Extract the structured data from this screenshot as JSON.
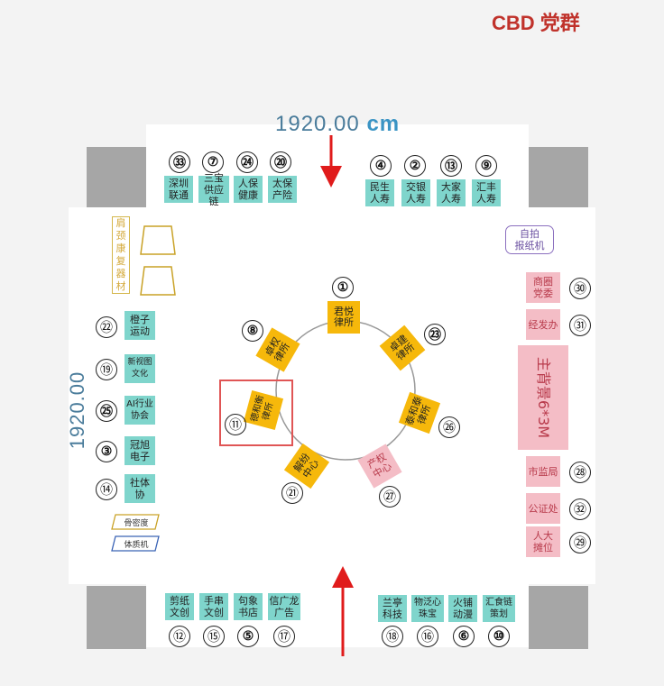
{
  "brand": "CBD 党群",
  "dimensions": {
    "top_value": "1920.00",
    "top_unit": "cm",
    "left_value": "1920.00"
  },
  "labels": {
    "vertical_shop": "肩颈康复器材",
    "selfie": "自拍\n报纸机",
    "tag1": "骨密度",
    "tag2": "体质机"
  },
  "top_left_booths": [
    {
      "num": "㉝",
      "text": "深圳\n联通"
    },
    {
      "num": "⑦",
      "text": "三宝\n供应链"
    },
    {
      "num": "㉔",
      "text": "人保\n健康"
    },
    {
      "num": "⑳",
      "text": "太保\n产险"
    }
  ],
  "top_right_booths": [
    {
      "num": "④",
      "text": "民生\n人寿"
    },
    {
      "num": "②",
      "text": "交银\n人寿"
    },
    {
      "num": "⑬",
      "text": "大家\n人寿"
    },
    {
      "num": "⑨",
      "text": "汇丰\n人寿"
    }
  ],
  "left_booths": [
    {
      "num": "㉒",
      "text": "橙子\n运动"
    },
    {
      "num": "⑲",
      "text": "新视图\n文化"
    },
    {
      "num": "㉕",
      "text": "AI行业\n协会"
    },
    {
      "num": "③",
      "text": "冠旭\n电子"
    },
    {
      "num": "⑭",
      "text": "社体\n协"
    }
  ],
  "right_booths": [
    {
      "num": "㉚",
      "text": "商圈\n党委"
    },
    {
      "num": "㉛",
      "text": "经发办"
    },
    {
      "num": "",
      "text": "主背景6*3M"
    },
    {
      "num": "㉘",
      "text": "市监局"
    },
    {
      "num": "㉜",
      "text": "公证处"
    },
    {
      "num": "㉙",
      "text": "人大\n摊位"
    }
  ],
  "bottom_left_booths": [
    {
      "num": "⑫",
      "text": "剪纸\n文创"
    },
    {
      "num": "⑮",
      "text": "手串\n文创"
    },
    {
      "num": "⑤",
      "text": "句象\n书店"
    },
    {
      "num": "⑰",
      "text": "信广龙\n广告"
    }
  ],
  "bottom_right_booths": [
    {
      "num": "⑱",
      "text": "兰亭\n科技"
    },
    {
      "num": "⑯",
      "text": "物泛心\n珠宝"
    },
    {
      "num": "⑥",
      "text": "火铺\n动漫"
    },
    {
      "num": "⑩",
      "text": "汇食链\n策划"
    }
  ],
  "circle_booths": [
    {
      "num": "①",
      "text": "君悦\n律所"
    },
    {
      "num": "㉓",
      "text": "卓建\n律所"
    },
    {
      "num": "㉖",
      "text": "泰和泰\n律所"
    },
    {
      "num": "㉗",
      "text": "产权\n中心"
    },
    {
      "num": "㉑",
      "text": "解纷\n中心"
    },
    {
      "num": "⑪",
      "text": "德和衡\n律所"
    },
    {
      "num": "⑧",
      "text": "卓权\n律所"
    }
  ],
  "colors": {
    "booth": "#7fd5cc",
    "law": "#f6b80b",
    "gov": "#f4bdc6",
    "arrow": "#e01b1b",
    "dim": "#4a7c9b",
    "brand": "#c0322b"
  }
}
